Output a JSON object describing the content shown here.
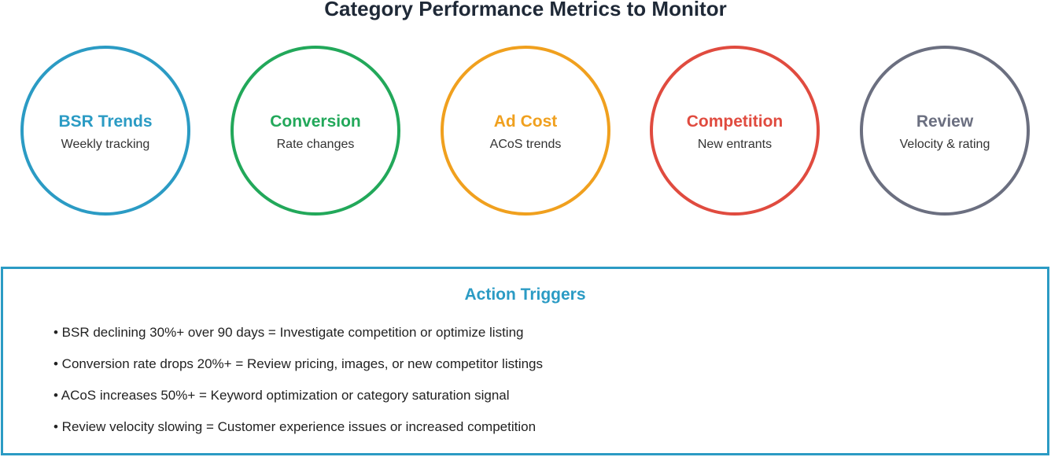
{
  "title": "Category Performance Metrics to Monitor",
  "metrics": [
    {
      "title": "BSR Trends",
      "subtitle": "Weekly tracking",
      "color": "#2b9bc4"
    },
    {
      "title": "Conversion",
      "subtitle": "Rate changes",
      "color": "#22a85a"
    },
    {
      "title": "Ad Cost",
      "subtitle": "ACoS trends",
      "color": "#f0a01e"
    },
    {
      "title": "Competition",
      "subtitle": "New entrants",
      "color": "#e04b3f"
    },
    {
      "title": "Review",
      "subtitle": "Velocity & rating",
      "color": "#6b6f80"
    }
  ],
  "action_triggers": {
    "title": "Action Triggers",
    "color": "#2b9bc4",
    "items": [
      "• BSR declining 30%+ over 90 days = Investigate competition or optimize listing",
      "• Conversion rate drops 20%+ = Review pricing, images, or new competitor listings",
      "• ACoS increases 50%+ = Keyword optimization or category saturation signal",
      "• Review velocity slowing = Customer experience issues or increased competition"
    ]
  }
}
